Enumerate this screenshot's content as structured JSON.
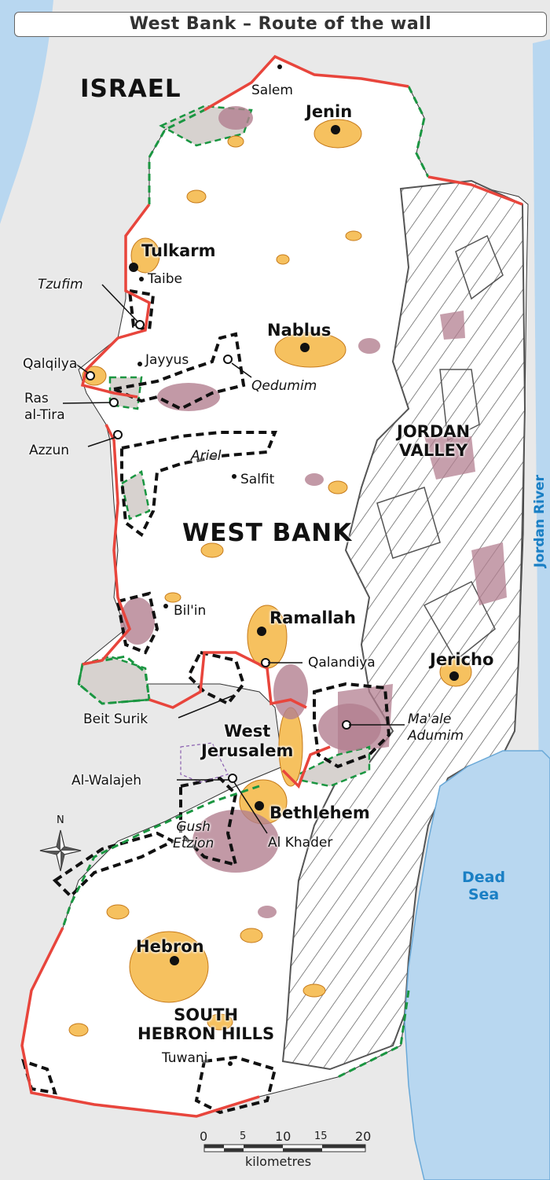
{
  "title": "West Bank – Route of the wall",
  "colors": {
    "wall_built": "#e8453c",
    "wall_planned": "#1a9641",
    "settlement_area": "#000000",
    "urban": "#f6c15f",
    "settlement": "#b37f90",
    "sea": "#b8d7f0",
    "hatched_zone": "#555555",
    "seam_zone": "#d7d2cf"
  },
  "labels": {
    "israel": "ISRAEL",
    "west_bank": "WEST BANK",
    "jordan_valley": "JORDAN\nVALLEY",
    "south_hebron_hills": "SOUTH\nHEBRON HILLS",
    "west_jerusalem": "West\nJerusalem",
    "dead_sea": "Dead\nSea",
    "jordan_river": "Jordan River"
  },
  "cities": {
    "jenin": "Jenin",
    "tulkarm": "Tulkarm",
    "nablus": "Nablus",
    "ramallah": "Ramallah",
    "jericho": "Jericho",
    "bethlehem": "Bethlehem",
    "hebron": "Hebron"
  },
  "towns": {
    "salem": "Salem",
    "taibe": "Taibe",
    "qalqilya": "Qalqilya",
    "jayyus": "Jayyus",
    "ras_al_tira": "Ras\nal-Tira",
    "azzun": "Azzun",
    "salfit": "Salfit",
    "bilin": "Bil'in",
    "qalandiya": "Qalandiya",
    "beit_surik": "Beit Surik",
    "al_walajeh": "Al-Walajeh",
    "al_khader": "Al Khader",
    "tuwani": "Tuwani"
  },
  "settlements": {
    "tzufim": "Tzufim",
    "qedumim": "Qedumim",
    "ariel": "Ariel",
    "maale_adumim": "Ma'ale\nAdumim",
    "gush_etzion": "Gush\nEtzion"
  },
  "compass": {
    "north": "N"
  },
  "scale": {
    "ticks": [
      "0",
      "5",
      "10",
      "15",
      "20"
    ],
    "unit": "kilometres"
  }
}
